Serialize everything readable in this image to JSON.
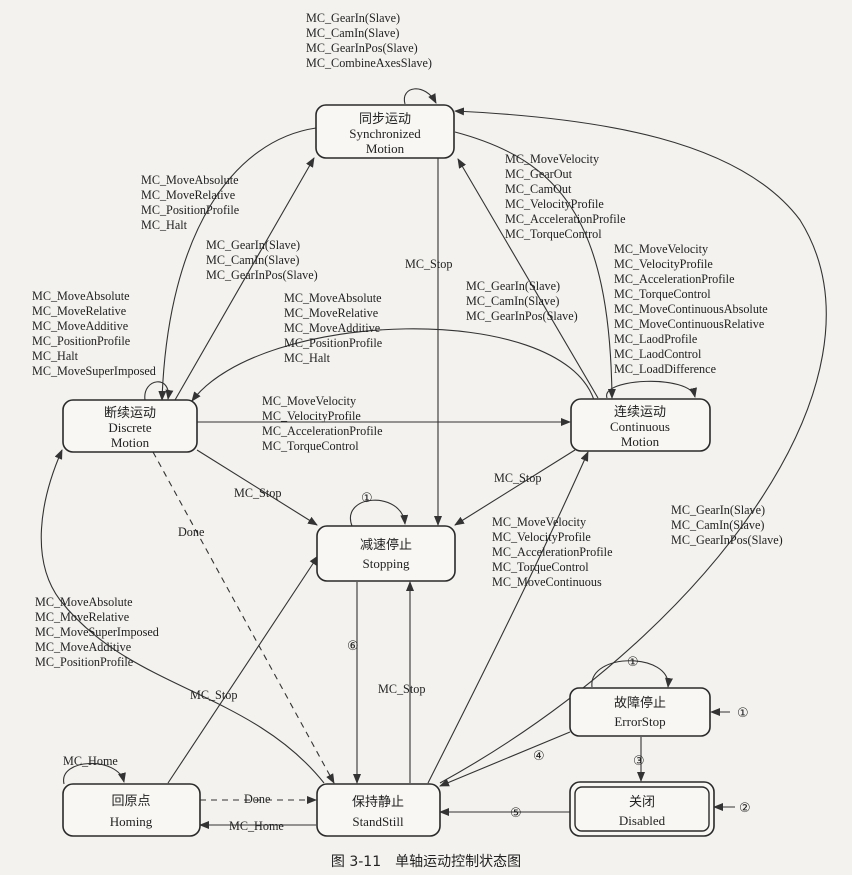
{
  "states": {
    "sync": {
      "cn": "同步运动",
      "en1": "Synchronized",
      "en2": "Motion"
    },
    "discrete": {
      "cn": "断续运动",
      "en1": "Discrete",
      "en2": "Motion"
    },
    "continuous": {
      "cn": "连续运动",
      "en1": "Continuous",
      "en2": "Motion"
    },
    "stopping": {
      "cn": "减速停止",
      "en1": "Stopping"
    },
    "errorstop": {
      "cn": "故障停止",
      "en1": "ErrorStop"
    },
    "homing": {
      "cn": "回原点",
      "en1": "Homing"
    },
    "standstill": {
      "cn": "保持静止",
      "en1": "StandStill"
    },
    "disabled": {
      "cn": "关闭",
      "en1": "Disabled"
    }
  },
  "labels": {
    "sync_self": [
      "MC_GearIn(Slave)",
      "MC_CamIn(Slave)",
      "MC_GearInPos(Slave)",
      "MC_CombineAxesSlave)"
    ],
    "sync_to_discrete": [
      "MC_MoveAbsolute",
      "MC_MoveRelative",
      "MC_PositionProfile",
      "MC_Halt"
    ],
    "discrete_to_sync": [
      "MC_GearIn(Slave)",
      "MC_CamIn(Slave)",
      "MC_GearInPos(Slave)"
    ],
    "sync_to_continuous": [
      "MC_MoveVelocity",
      "MC_GearOut",
      "MC_CamOut",
      "MC_VelocityProfile",
      "MC_AccelerationProfile",
      "MC_TorqueControl"
    ],
    "sync_stop": "MC_Stop",
    "continuous_to_sync": [
      "MC_GearIn(Slave)",
      "MC_CamIn(Slave)",
      "MC_GearInPos(Slave)"
    ],
    "continuous_self": [
      "MC_MoveVelocity",
      "MC_VelocityProfile",
      "MC_AccelerationProfile",
      "MC_TorqueControl",
      "MC_MoveContinuousAbsolute",
      "MC_MoveContinuousRelative",
      "MC_LaodProfile",
      "MC_LaodControl",
      "MC_LoadDifference"
    ],
    "discrete_self": [
      "MC_MoveAbsolute",
      "MC_MoveRelative",
      "MC_MoveAdditive",
      "MC_PositionProfile",
      "MC_Halt",
      "MC_MoveSuperImposed"
    ],
    "continuous_to_discrete": [
      "MC_MoveAbsolute",
      "MC_MoveRelative",
      "MC_MoveAdditive",
      "MC_PositionProfile",
      "MC_Halt"
    ],
    "discrete_to_continuous": [
      "MC_MoveVelocity",
      "MC_VelocityProfile",
      "MC_AccelerationProfile",
      "MC_TorqueControl"
    ],
    "discrete_stop": "MC_Stop",
    "continuous_stop": "MC_Stop",
    "discrete_done": "Done",
    "standstill_to_continuous": [
      "MC_MoveVelocity",
      "MC_VelocityProfile",
      "MC_AccelerationProfile",
      "MC_TorqueControl",
      "MC_MoveContinuous"
    ],
    "standstill_to_sync": [
      "MC_GearIn(Slave)",
      "MC_CamIn(Slave)",
      "MC_GearInPos(Slave)"
    ],
    "standstill_to_discrete": [
      "MC_MoveAbsolute",
      "MC_MoveRelative",
      "MC_MoveSuperImposed",
      "MC_MoveAdditive",
      "MC_PositionProfile"
    ],
    "homing_stop": "MC_Stop",
    "standstill_stop": "MC_Stop",
    "homing_self": "MC_Home",
    "homing_done": "Done",
    "standstill_home": "MC_Home",
    "circle1": "①",
    "circle2": "②",
    "circle3": "③",
    "circle4": "④",
    "circle5": "⑤",
    "circle6": "⑥"
  },
  "caption": "图 3-11　单轴运动控制状态图"
}
